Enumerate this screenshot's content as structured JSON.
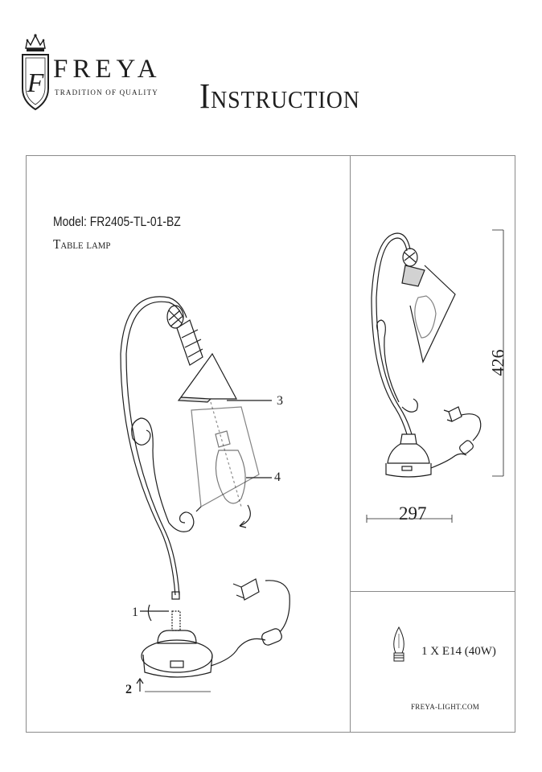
{
  "brand": {
    "name": "FREYA",
    "tagline": "TRADITION OF QUALITY",
    "monogram": "F"
  },
  "header": {
    "title": "Instruction"
  },
  "product": {
    "model": "Model: FR2405-TL-01-BZ",
    "type": "Table lamp"
  },
  "callouts": {
    "c1": "1",
    "c2": "2",
    "c3": "3",
    "c4": "4"
  },
  "dimensions": {
    "width": "297",
    "height": "426"
  },
  "bulb": {
    "spec": "1 X E14 (40W)",
    "icon": "bulb-icon"
  },
  "footer": {
    "website": "FREYA-LIGHT.COM"
  }
}
